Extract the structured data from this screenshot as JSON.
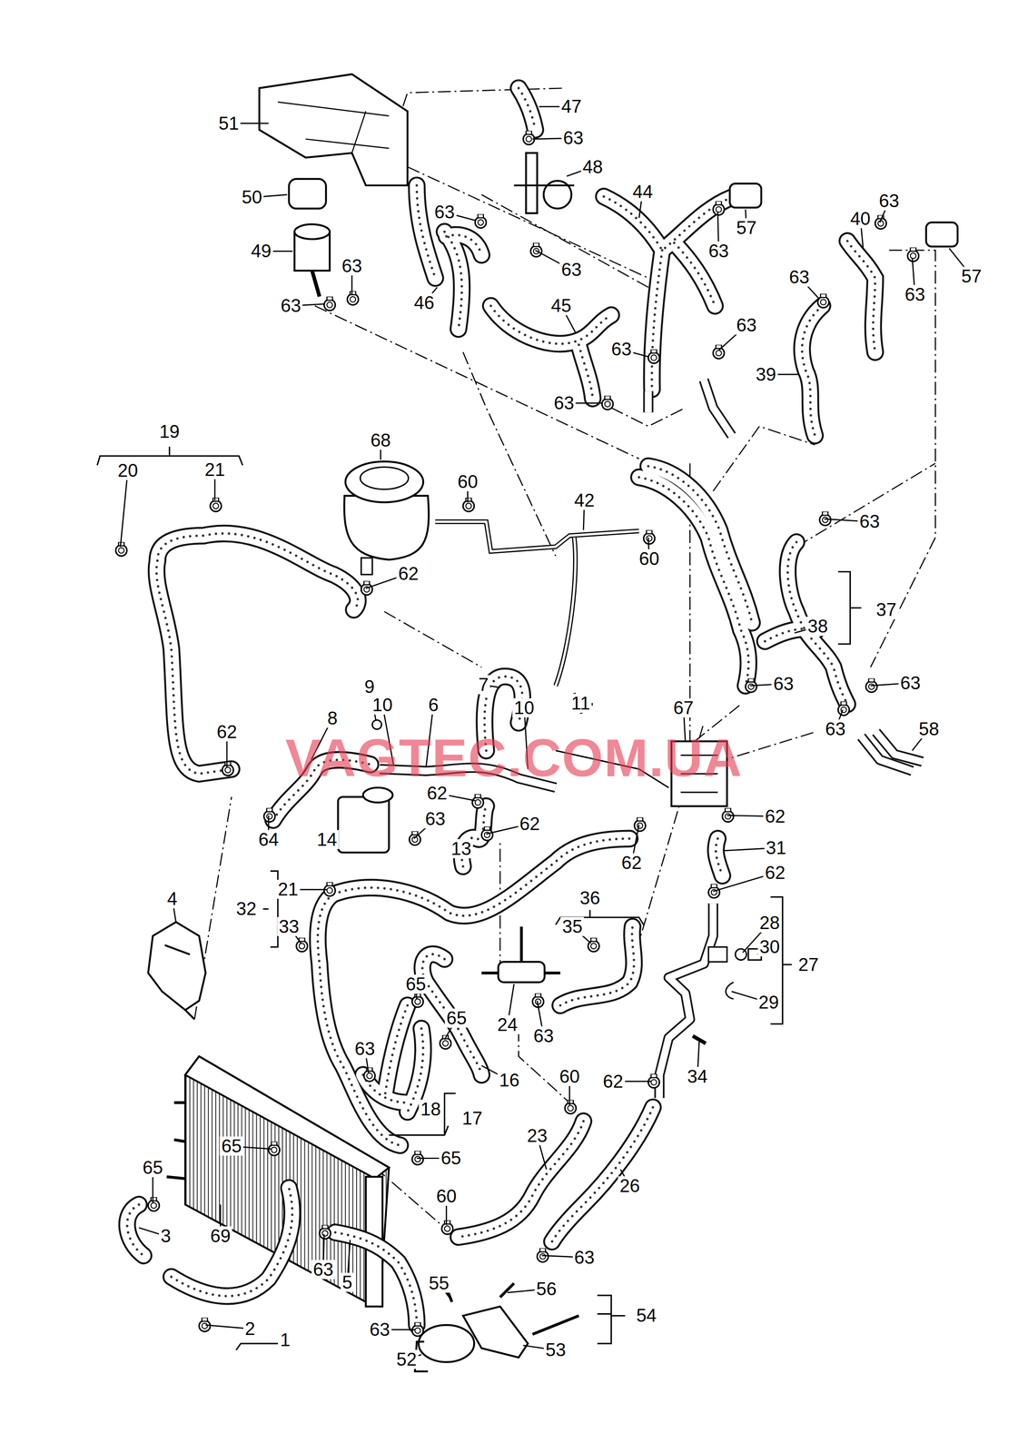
{
  "diagram": {
    "labels": [
      "51",
      "47",
      "63",
      "48",
      "44",
      "50",
      "63",
      "57",
      "63",
      "63",
      "40",
      "63",
      "57",
      "63",
      "49",
      "63",
      "63",
      "46",
      "45",
      "63",
      "63",
      "63",
      "39",
      "63",
      "19",
      "20",
      "21",
      "68",
      "60",
      "42",
      "60",
      "63",
      "37",
      "38",
      "62",
      "7",
      "9",
      "10",
      "6",
      "11",
      "10",
      "63",
      "63",
      "63",
      "58",
      "8",
      "62",
      "67",
      "64",
      "62",
      "14",
      "63",
      "13",
      "62",
      "62",
      "31",
      "62",
      "62",
      "21",
      "32",
      "33",
      "36",
      "35",
      "27",
      "28",
      "30",
      "29",
      "4",
      "65",
      "65",
      "24",
      "63",
      "34",
      "63",
      "18",
      "17",
      "16",
      "60",
      "62",
      "65",
      "65",
      "65",
      "23",
      "26",
      "60",
      "3",
      "69",
      "63",
      "5",
      "55",
      "63",
      "56",
      "54",
      "63",
      "2",
      "1",
      "52",
      "53",
      "VAGTEC.COM.UA"
    ]
  }
}
